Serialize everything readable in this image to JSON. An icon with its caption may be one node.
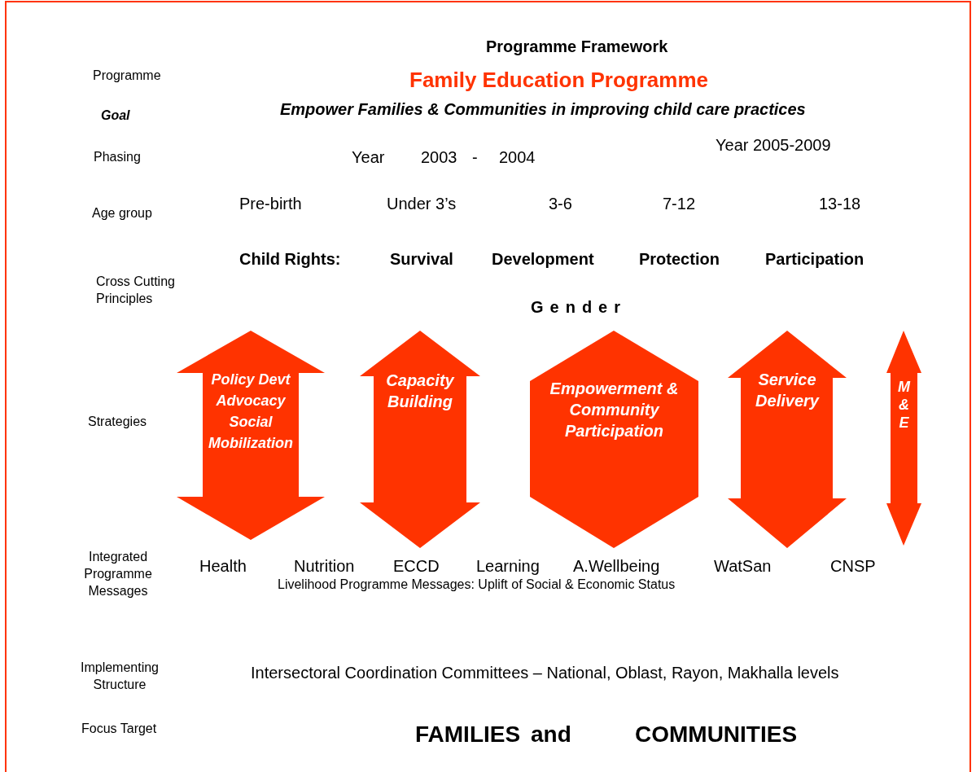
{
  "diagram": {
    "title": "Programme Framework",
    "nodes": [
      {
        "text": [
          "Policy Devt Advocacy Social Mobilization"
        ]
      },
      {
        "text": [
          "Capacity Building"
        ]
      },
      {
        "text": [
          "Empowerment & Community Participation"
        ]
      },
      {
        "text": [
          "Service Delivery"
        ]
      },
      {
        "text": [
          "M & E"
        ]
      }
    ],
    "edges": [],
    "labels": [
      "Programme",
      "Family Education Programme",
      "Goal",
      "Empower Families & Communities in improving child care practices",
      "Year 2005-2009",
      "Phasing",
      "Year",
      "2003",
      "-",
      "2004",
      "Age group",
      "Pre-birth",
      "Under 3’s",
      "3-6",
      "7-12",
      "13-18",
      "Cross Cutting Principles",
      "Child Rights:",
      "Survival",
      "Development",
      "Protection",
      "Participation",
      "Gender",
      "Strategies",
      "Integrated Programme Messages",
      "Health",
      "Nutrition",
      "ECCD",
      "Learning",
      "A.Wellbeing",
      "WatSan",
      "CNSP",
      "Livelihood Programme Messages: Uplift of  Social & Economic Status",
      "Implementing Structure",
      "Intersectoral Coordination Committees – National, Oblast, Rayon, Makhalla levels",
      "Focus Target",
      "FAMILIES",
      "and",
      "COMMUNITIES"
    ]
  }
}
